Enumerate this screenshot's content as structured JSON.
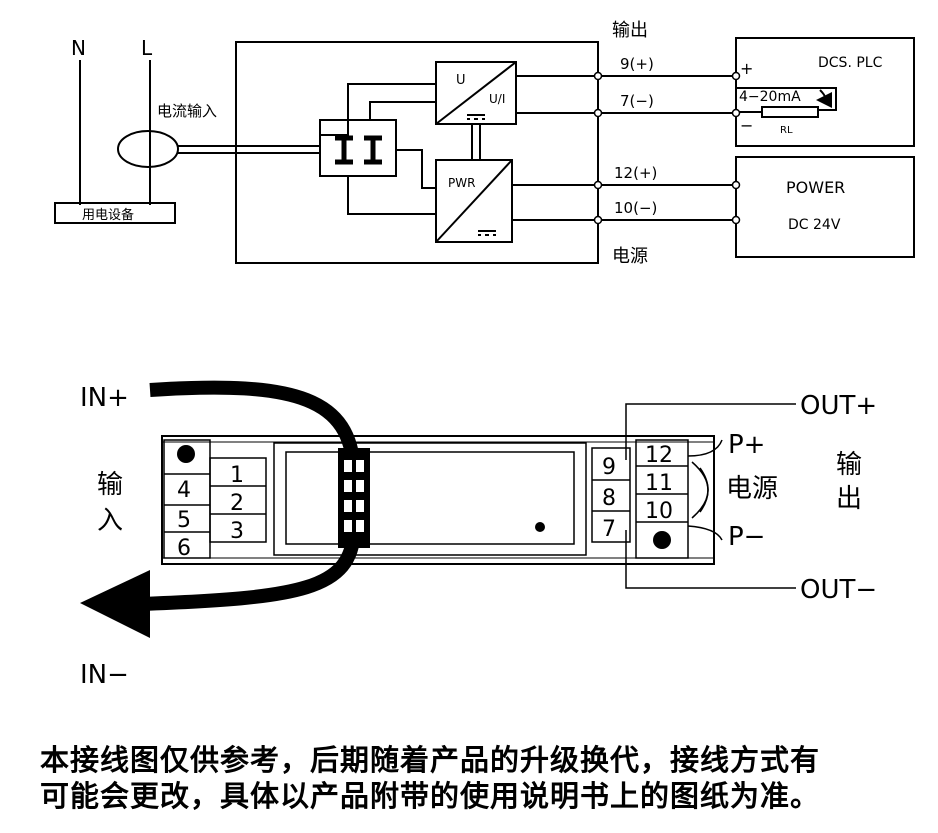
{
  "wiring": {
    "N": "N",
    "L": "L",
    "current_input": "电流输入",
    "device": "用电设备",
    "output_title": "输出",
    "power_title": "电源",
    "u_label": "U",
    "ui_label": "U/I",
    "pwr_label": "PWR",
    "terminals": {
      "t9": "9(+)",
      "t7": "7(−)",
      "t12": "12(+)",
      "t10": "10(−)"
    },
    "dcs_title": "DCS. PLC",
    "plus": "+",
    "minus": "−",
    "loop_current": "4−20mA",
    "rl": "RL",
    "power_box_title": "POWER",
    "power_box_voltage": "DC 24V"
  },
  "module": {
    "in_plus": "IN+",
    "in_minus": "IN−",
    "input_label_1": "输",
    "input_label_2": "入",
    "left_terminals": [
      "4",
      "5",
      "6"
    ],
    "inner_terminals": [
      "1",
      "2",
      "3"
    ],
    "right_terminals_a": [
      "9",
      "8",
      "7"
    ],
    "right_terminals_b": [
      "12",
      "11",
      "10"
    ],
    "p_plus": "P+",
    "p_minus": "P−",
    "power_label": "电源",
    "output_label_1": "输",
    "output_label_2": "出",
    "out_plus": "OUT+",
    "out_minus": "OUT−"
  },
  "note": {
    "line1": "本接线图仅供参考，后期随着产品的升级换代，接线方式有",
    "line2": "可能会更改，具体以产品附带的使用说明书上的图纸为准。"
  }
}
